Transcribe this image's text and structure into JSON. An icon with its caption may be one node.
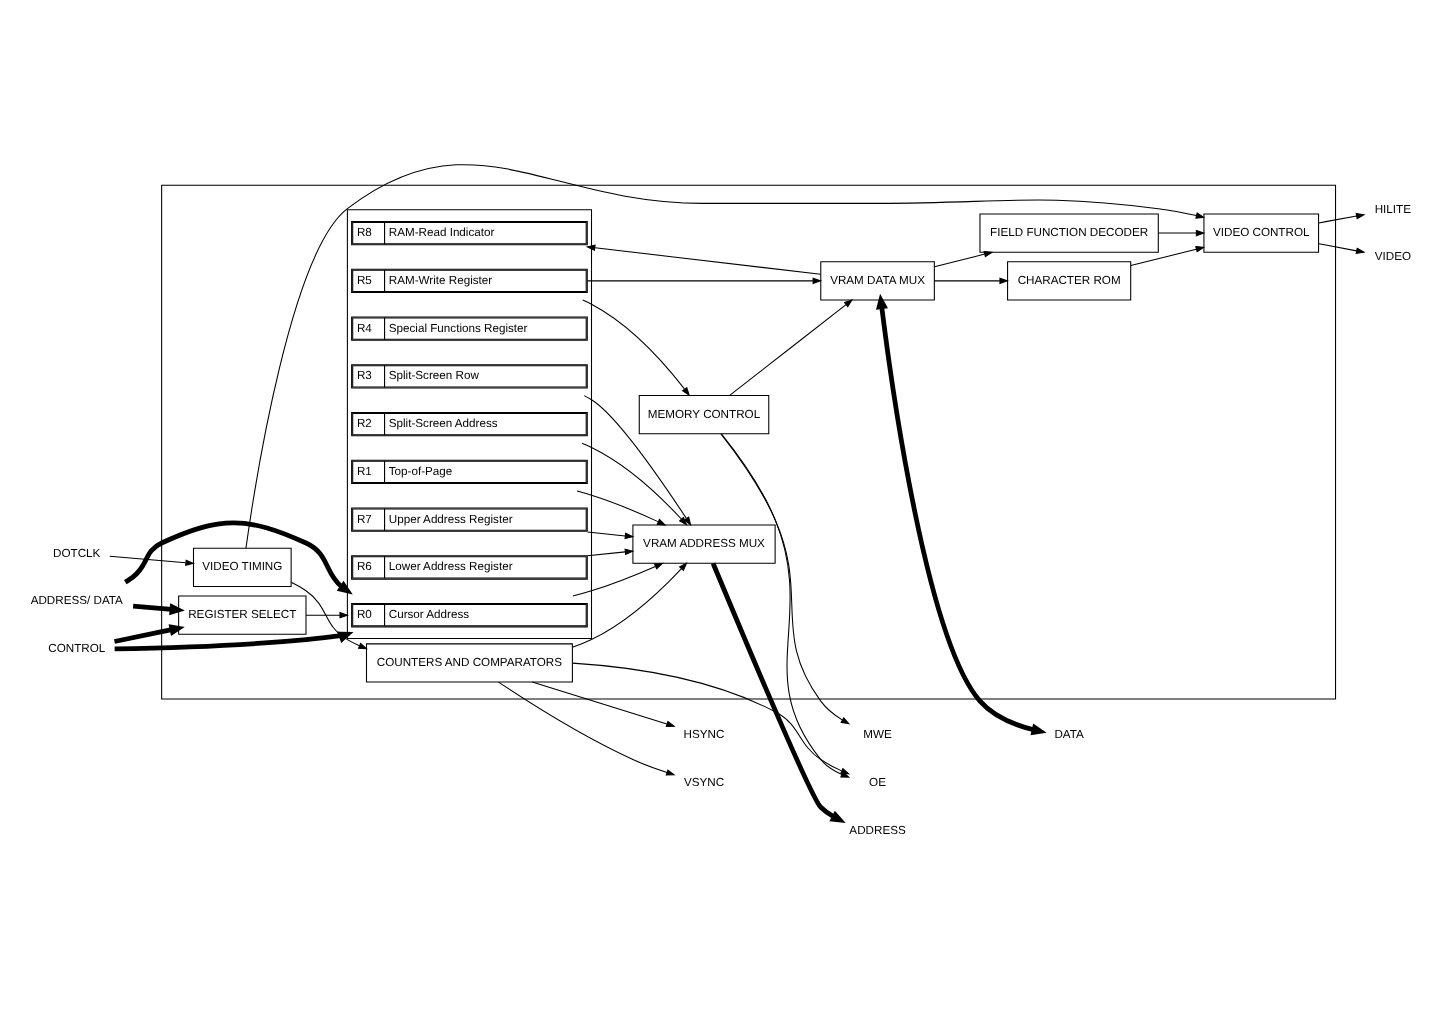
{
  "diagram": {
    "nodes": [
      {
        "text": [],
        "shape": "box"
      },
      {
        "text": [],
        "shape": "box",
        "in": 0
      },
      {
        "text": [
          "R0",
          "Cursor Address"
        ],
        "in": 1
      },
      {
        "text": [
          "R1",
          "Top-of-Page"
        ],
        "in": 1
      },
      {
        "text": [
          "R2",
          "Split-Screen Address"
        ],
        "in": 1
      },
      {
        "text": [
          "R3",
          "Split-Screen Row"
        ],
        "in": 1
      },
      {
        "text": [
          "R4",
          "Special Functions Register"
        ],
        "in": 1
      },
      {
        "text": [
          "R5",
          "RAM-Write Register"
        ],
        "in": 1
      },
      {
        "text": [
          "R6",
          "Lower Address Register"
        ],
        "in": 1
      },
      {
        "text": [
          "R7",
          "Upper Address Register"
        ],
        "in": 1
      },
      {
        "text": [
          "R8",
          "RAM-Read Indicator"
        ],
        "in": 1
      },
      {
        "text": [
          "REGISTER SELECT"
        ],
        "in": 0
      },
      {
        "text": [
          "VRAM ADDRESS MUX"
        ],
        "in": 0
      },
      {
        "text": [
          "MEMORY CONTROL"
        ],
        "in": 0
      },
      {
        "text": [
          "VRAM DATA MUX"
        ],
        "in": 0
      },
      {
        "text": [
          "VIDEO TIMING"
        ],
        "in": 0
      },
      {
        "text": [
          "FIELD FUNCTION DECODER"
        ],
        "in": 0
      },
      {
        "text": [
          "CHARACTER ROM"
        ],
        "in": 0
      },
      {
        "text": [
          "COUNTERS AND COMPARATORS"
        ],
        "in": 0
      },
      {
        "text": [
          "VIDEO CONTROL"
        ],
        "in": 0
      },
      {
        "text": [
          "ADDRESS/ DATA"
        ]
      },
      {
        "text": [
          "CONTROL"
        ]
      },
      {
        "text": [
          "DOTCLK"
        ]
      },
      {
        "text": [
          "ADDRESS"
        ]
      },
      {
        "text": [
          "MWE"
        ]
      },
      {
        "text": [
          "OE"
        ]
      },
      {
        "text": [
          "DATA"
        ]
      },
      {
        "text": [
          "HSYNC"
        ]
      },
      {
        "text": [
          "VSYNC"
        ]
      },
      {
        "text": [
          "HILITE"
        ]
      },
      {
        "text": [
          "VIDEO"
        ]
      }
    ],
    "edges": [
      {
        "from": 20,
        "to": 1,
        "arrow": "to",
        "style": "thick"
      },
      {
        "from": 20,
        "to": 11,
        "arrow": "to",
        "style": "thick"
      },
      {
        "from": 21,
        "to": 11,
        "arrow": "to",
        "style": "thick"
      },
      {
        "from": 21,
        "to": 1,
        "arrow": "to",
        "style": "thick"
      },
      {
        "from": 11,
        "to": 1,
        "arrow": "to"
      },
      {
        "from": 2,
        "to": 12,
        "arrow": "to"
      },
      {
        "from": 3,
        "to": 12,
        "arrow": "to"
      },
      {
        "from": 4,
        "to": 12,
        "arrow": "to"
      },
      {
        "from": 5,
        "to": 12,
        "arrow": "to"
      },
      {
        "from": 8,
        "to": 12,
        "arrow": "to"
      },
      {
        "from": 9,
        "to": 12,
        "arrow": "to"
      },
      {
        "from": 7,
        "to": 13,
        "arrow": "to"
      },
      {
        "from": 7,
        "to": 14,
        "arrow": "to"
      },
      {
        "from": 13,
        "to": 14,
        "arrow": "to"
      },
      {
        "from": 14,
        "to": 10,
        "arrow": "to"
      },
      {
        "from": 18,
        "to": 12,
        "arrow": "to"
      },
      {
        "from": 14,
        "to": 16,
        "arrow": "to"
      },
      {
        "from": 14,
        "to": 17,
        "arrow": "to"
      },
      {
        "from": 22,
        "to": 15,
        "arrow": "to"
      },
      {
        "from": 15,
        "to": 18,
        "arrow": "to"
      },
      {
        "from": 15,
        "to": 19,
        "arrow": "to"
      },
      {
        "from": 16,
        "to": 19,
        "arrow": "to"
      },
      {
        "from": 17,
        "to": 19,
        "arrow": "to"
      },
      {
        "from": 12,
        "to": 23,
        "arrow": "to",
        "style": "thick"
      },
      {
        "from": 13,
        "to": 24,
        "arrow": "to"
      },
      {
        "from": 13,
        "to": 25,
        "arrow": "to"
      },
      {
        "from": 18,
        "to": 25,
        "arrow": "to"
      },
      {
        "from": 14,
        "to": 26,
        "arrow": "both",
        "style": "thick"
      },
      {
        "from": 18,
        "to": 27,
        "arrow": "to"
      },
      {
        "from": 18,
        "to": 28,
        "arrow": "to"
      },
      {
        "from": 19,
        "to": 29,
        "arrow": "to"
      },
      {
        "from": 19,
        "to": 30,
        "arrow": "to"
      }
    ]
  }
}
